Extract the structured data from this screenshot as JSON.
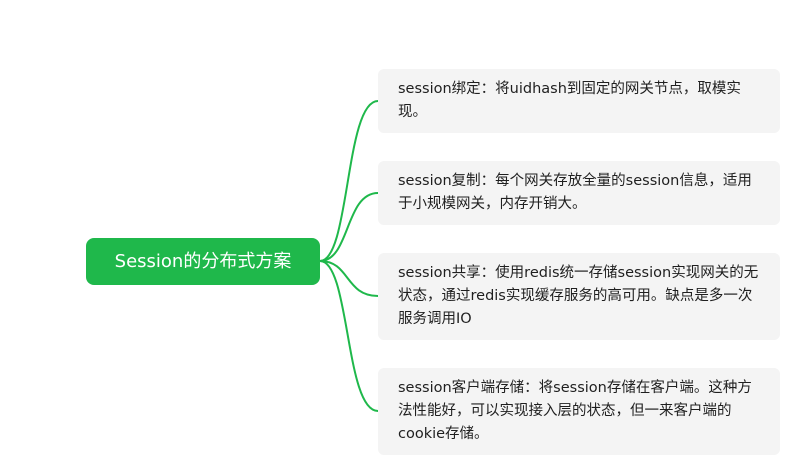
{
  "mindmap": {
    "root": {
      "label": "Session的分布式方案"
    },
    "branches": [
      {
        "text": "session绑定：将uidhash到固定的网关节点，取模实现。"
      },
      {
        "text": "session复制：每个网关存放全量的session信息，适用于小规模网关，内存开销大。"
      },
      {
        "text": "session共享：使用redis统一存储session实现网关的无状态，通过redis实现缓存服务的高可用。缺点是多一次服务调用IO"
      },
      {
        "text": "session客户端存储：将session存储在客户端。这种方法性能好，可以实现接入层的状态，但一来客户端的cookie存储。"
      }
    ],
    "colors": {
      "root_fill": "#1fb84b",
      "root_text": "#ffffff",
      "connector": "#1fb84b",
      "leaf_fill": "#f4f4f4",
      "leaf_text": "#1f1f1f"
    }
  }
}
